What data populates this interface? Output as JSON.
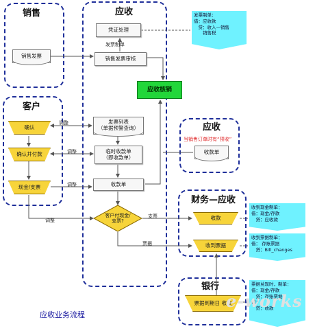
{
  "lanes": {
    "sales": "销售",
    "receivable": "应收",
    "customer": "客户",
    "receivable_b": "应收",
    "finance": "财务—应收",
    "bank": "银行"
  },
  "nodes": {
    "voucher": "凭证处理",
    "sales_invoice_src": "销售发票",
    "invoice_review": "销售发票审核",
    "ar_verify": "应收核销",
    "invoice_list": "发票列表\n（单据预警查询）",
    "temp_receipt": "临时收款单\n（即收款单）",
    "receipt": "收款单",
    "confirm": "确认",
    "confirm_pay": "确认并付款",
    "cash_check": "现金/支票",
    "cash_or_check": "客户付现金/\n支票?",
    "receipt_fin": "收款",
    "receive_bill": "收到票据",
    "receipt_b": "收款单",
    "bill_due": "票据到期日",
    "collect": "收款"
  },
  "labels": {
    "invoice_make": "发票制单",
    "adjust1": "调整",
    "adjust2": "调整",
    "adjust3": "调整",
    "adjust4": "调整",
    "check": "支票",
    "bill": "票据",
    "order_prepay": "当销售订单时有“预收”"
  },
  "notes": {
    "note1": [
      "发票制单：",
      "借：应收款",
      "　贷：收入—销售",
      "　　销售税"
    ],
    "note2": [
      "收到现金制单：",
      "借：现金/存款",
      "　贷：应收款"
    ],
    "note3": [
      "收到票据制单：",
      "借：  存账票据",
      "　贷：Bill_changes"
    ],
    "note4": [
      "票据兑现时，制单：",
      "借：现金/存款",
      "　贷：存账票据",
      "借：",
      "　贷：收款"
    ]
  },
  "caption": "应收业务流程",
  "watermark": "e-works",
  "colors": {
    "lane_border": "#1f2f9a",
    "highlight": "#22d63a",
    "decision": "#f7d43a",
    "note": "#6ff2ff",
    "red": "#e0282a"
  }
}
